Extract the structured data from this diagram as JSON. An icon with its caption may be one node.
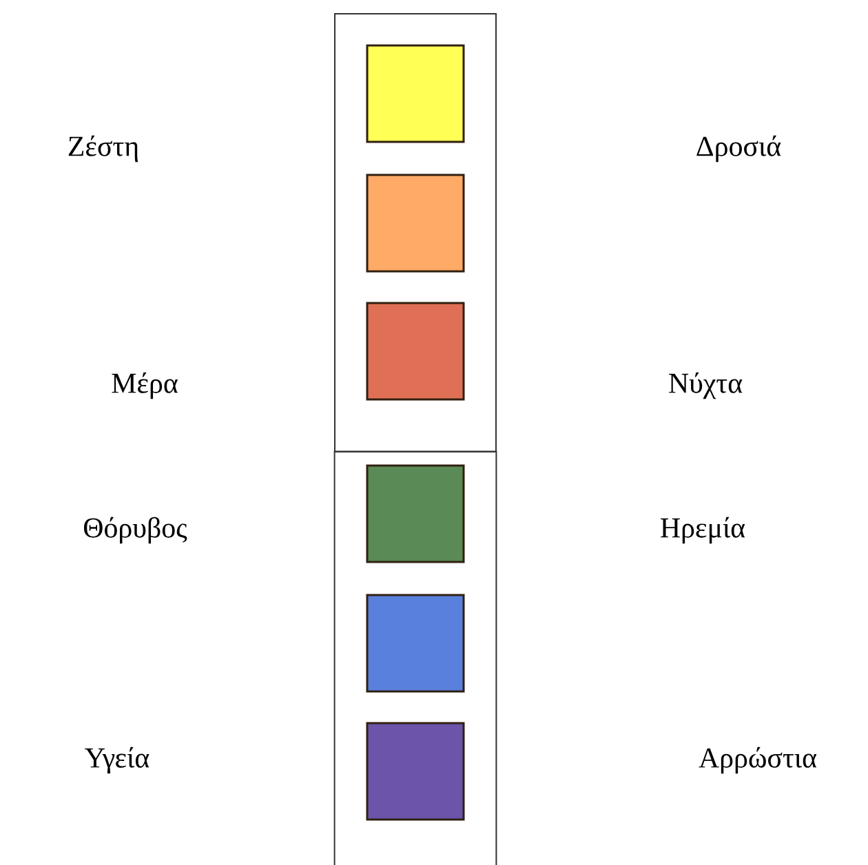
{
  "diagram": {
    "nodes": [
      {
        "text": [],
        "shape": "box"
      },
      {
        "text": [],
        "shape": "box",
        "in": 0
      },
      {
        "text": [],
        "shape": "box",
        "in": 0
      },
      {
        "text": [],
        "shape": "box",
        "in": 0
      },
      {
        "text": [],
        "shape": "box"
      },
      {
        "text": [],
        "shape": "box",
        "in": 4
      },
      {
        "text": [],
        "shape": "box",
        "in": 4
      },
      {
        "text": [],
        "shape": "box",
        "in": 4
      }
    ],
    "labels": [
      "Ζέστη",
      "Δροσιά",
      "Μέρα",
      "Νύχτα",
      "Θόρυβος",
      "Ηρεμία",
      "Υγεία",
      "Αρρώστια"
    ]
  }
}
